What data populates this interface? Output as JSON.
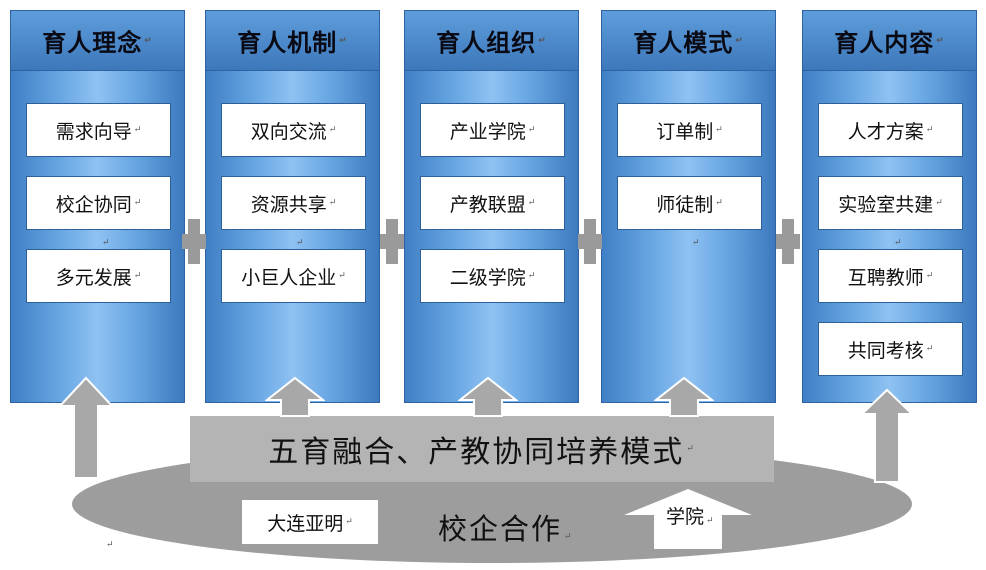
{
  "columns": [
    {
      "title": "育人理念",
      "items": [
        "需求向导",
        "校企协同",
        "多元发展"
      ]
    },
    {
      "title": "育人机制",
      "items": [
        "双向交流",
        "资源共享",
        "小巨人企业"
      ]
    },
    {
      "title": "育人组织",
      "items": [
        "产业学院",
        "产教联盟",
        "二级学院"
      ]
    },
    {
      "title": "育人模式",
      "items": [
        "订单制",
        "师徒制"
      ]
    },
    {
      "title": "育人内容",
      "items": [
        "人才方案",
        "实验室共建",
        "互聘教师",
        "共同考核"
      ]
    }
  ],
  "band": {
    "label": "五育融合、产教协同培养模式"
  },
  "base": {
    "label": "校企合作",
    "left_party": "大连亚明",
    "right_party": "学院"
  },
  "colors": {
    "column": "#5b9bd5",
    "header": "#3d78ba",
    "band": "#b4b4b4",
    "base": "#9d9d9d",
    "plus": "#9a9a9a"
  }
}
